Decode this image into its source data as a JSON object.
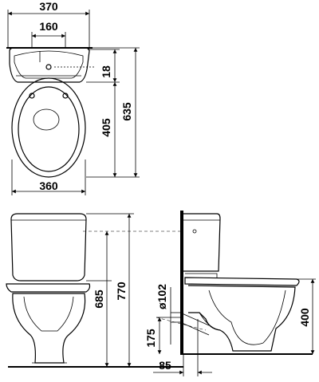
{
  "dimensions": {
    "top_width": "370",
    "seat_hole_spacing": "160",
    "bowl_front_offset": "18",
    "bowl_depth": "405",
    "overall_depth": "635",
    "base_width": "360",
    "bowl_height": "685",
    "total_height": "770",
    "outlet_diameter": "ø102",
    "outlet_height": "175",
    "outlet_wall_offset": "85",
    "rim_height": "400"
  }
}
